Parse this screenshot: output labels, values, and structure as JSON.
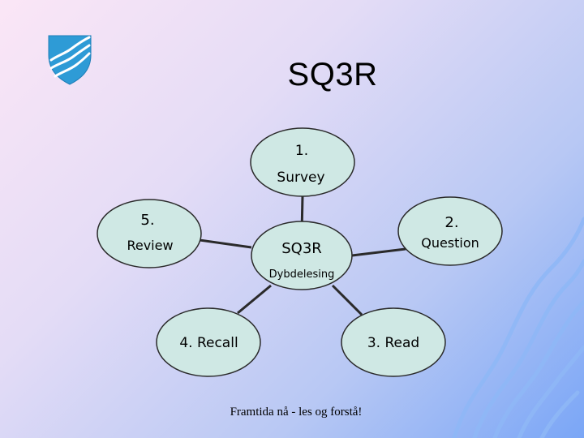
{
  "title": "SQ3R",
  "logo": {
    "name": "coat-of-arms",
    "colors": [
      "#2e9bd6",
      "#ffffff"
    ]
  },
  "diagram": {
    "center": {
      "label": "SQ3R",
      "sublabel": "Dybdelesing"
    },
    "nodes": [
      {
        "number": "1.",
        "label": "Survey"
      },
      {
        "number": "2.",
        "label": "Question"
      },
      {
        "number": "3.",
        "label": "Read"
      },
      {
        "number": "4.",
        "label": "Recall"
      },
      {
        "number": "5.",
        "label": "Review"
      }
    ]
  },
  "footer": "Framtida nå - les og forstå!",
  "colors": {
    "node_fill": "#cfe8e4",
    "node_stroke": "#2a2a2a",
    "connector": "#2a2a2a",
    "wave": "#6aa3f5"
  }
}
